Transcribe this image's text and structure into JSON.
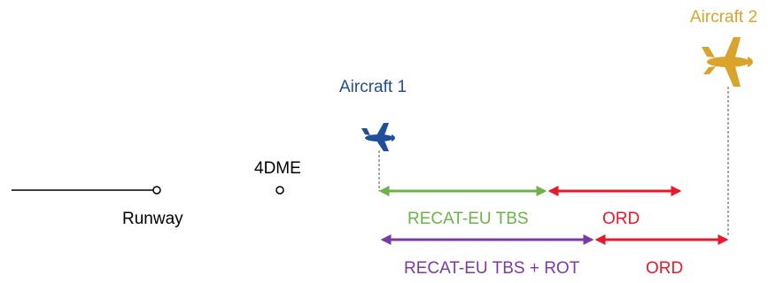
{
  "labels": {
    "aircraft1": "Aircraft 1",
    "aircraft2": "Aircraft 2",
    "dme": "4DME",
    "runway": "Runway",
    "tbs": "RECAT-EU TBS",
    "ord_top": "ORD",
    "tbs_rot": "RECAT-EU TBS + ROT",
    "ord_bottom": "ORD"
  },
  "colors": {
    "aircraft1": "#1f4e9a",
    "aircraft2": "#daa32c",
    "green": "#6fb24a",
    "red": "#e8192c",
    "purple": "#7b3aa4",
    "black": "#000000",
    "gray": "#555555"
  },
  "icons": {
    "aircraft1": "airplane-icon",
    "aircraft2": "airplane-icon"
  }
}
